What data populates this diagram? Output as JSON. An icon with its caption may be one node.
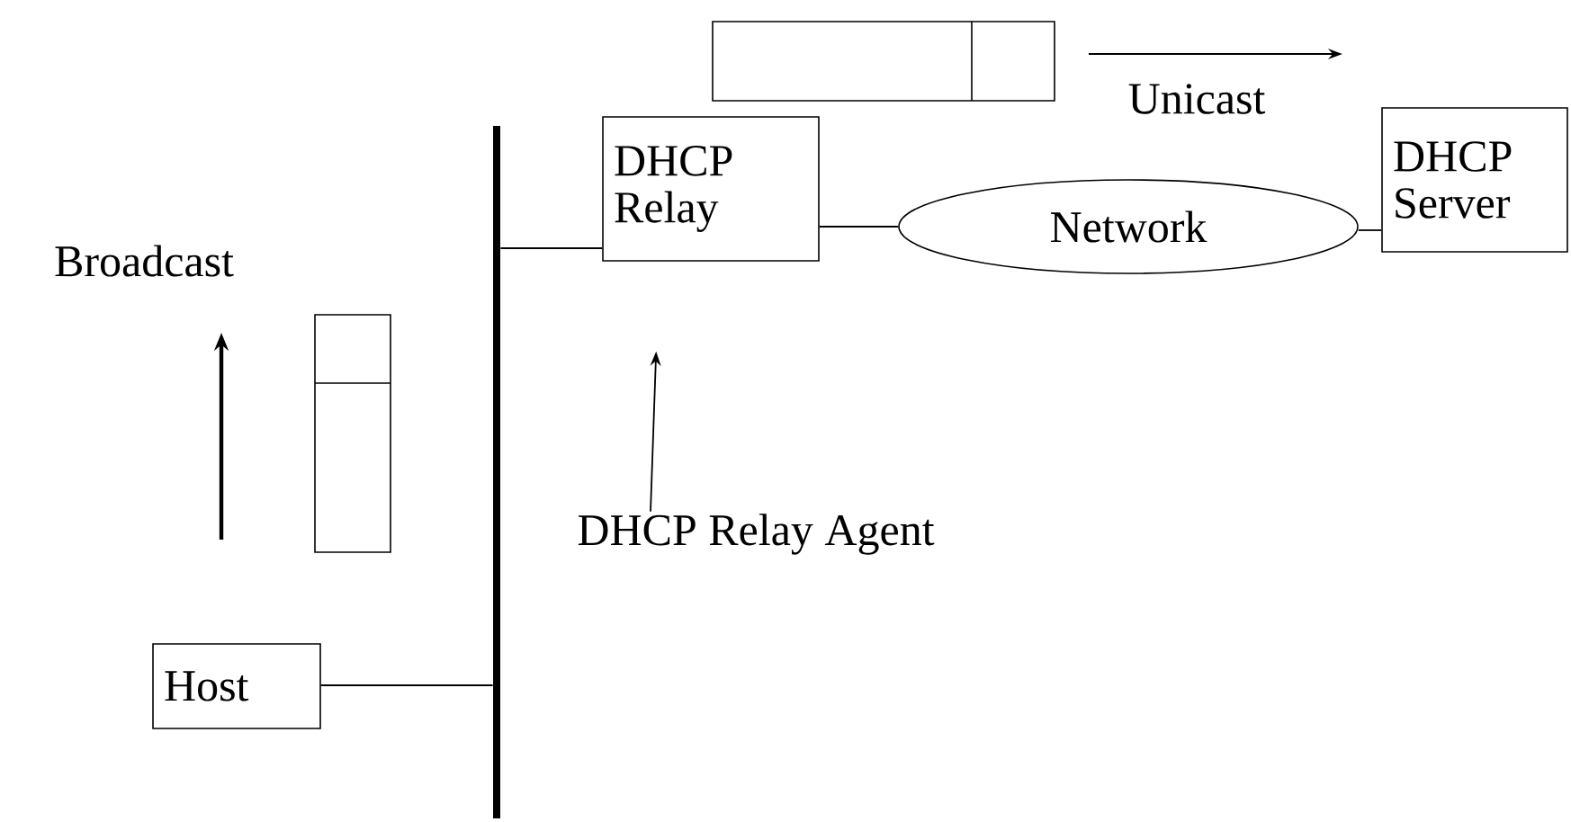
{
  "diagram": {
    "nodes": [
      {
        "text": [
          "Host"
        ]
      },
      {
        "text": [
          "DHCP Relay"
        ]
      },
      {
        "text": [
          "Network"
        ]
      },
      {
        "text": [
          "DHCP Server"
        ]
      },
      {
        "text": [
          "DHCP Relay Agent"
        ]
      },
      {
        "text": [],
        "shape": "bar"
      }
    ],
    "edges": [
      {
        "from": 0,
        "to": 5,
        "arrow": "none"
      },
      {
        "from": 1,
        "to": 5,
        "arrow": "none"
      },
      {
        "from": 1,
        "to": 2,
        "arrow": "none"
      },
      {
        "from": 2,
        "to": 3,
        "arrow": "none"
      },
      {
        "from": 4,
        "to": 1,
        "arrow": "to"
      }
    ],
    "labels": [
      "Broadcast",
      "Unicast"
    ]
  }
}
